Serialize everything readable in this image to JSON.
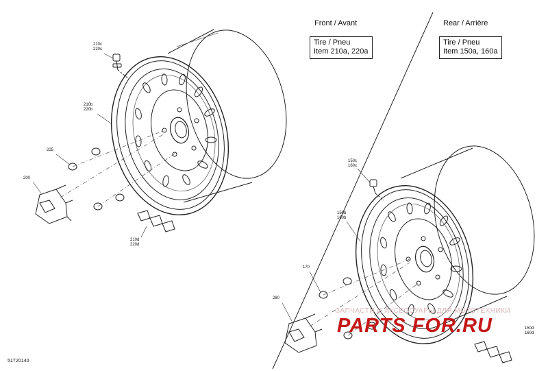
{
  "front": {
    "title": "Front / Avant",
    "tire_box": {
      "line1": "Tire / Pneu",
      "line2": "Item 210a, 220a"
    }
  },
  "rear": {
    "title": "Rear / Arrière",
    "tire_box": {
      "line1": "Tire / Pneu",
      "line2": "Item 150a, 160a"
    }
  },
  "callouts": {
    "front_bolt": [
      "210c",
      "220c"
    ],
    "front_rim": [
      "210b",
      "220b"
    ],
    "front_nut": "225",
    "front_cap": "200",
    "front_weights": [
      "210d",
      "220d"
    ],
    "rear_bolt": [
      "150c",
      "160c"
    ],
    "rear_rim": [
      "150b",
      "160b"
    ],
    "rear_nut": "170",
    "rear_cap": "280",
    "rear_weights": [
      "150d",
      "160d"
    ]
  },
  "document_number": "51T20140",
  "watermark": {
    "text": "ЗАПЧАСТИ И АКСЕССУАРЫ ДЛЯ МОТОТЕХНИКИ",
    "brand": "PARTS FOR.RU",
    "brand_color": "#c41717"
  }
}
